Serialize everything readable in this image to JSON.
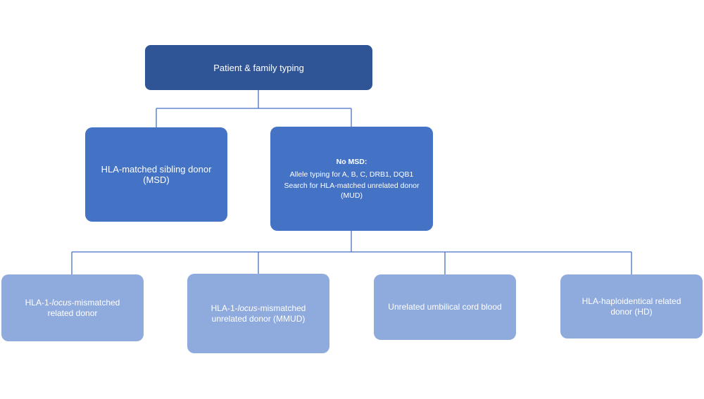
{
  "diagram": {
    "root": {
      "label": "Patient & family typing"
    },
    "msd": {
      "label": "HLA-matched sibling donor (MSD)"
    },
    "no_msd": {
      "heading": "No MSD:",
      "line1": "Allele typing for A, B, C, DRB1, DQB1",
      "line2": "Search for HLA-matched unrelated donor (MUD)"
    },
    "mismatched_related": {
      "prefix": "HLA-1-",
      "italic": "locus",
      "suffix": "-mismatched related donor"
    },
    "mismatched_unrelated": {
      "prefix": "HLA-1-",
      "italic": "locus",
      "suffix": "-mismatched unrelated donor (MMUD)"
    },
    "cord_blood": {
      "label": "Unrelated umbilical cord blood"
    },
    "haploidentical": {
      "label": "HLA-haploidentical related donor (HD)"
    }
  },
  "colors": {
    "root_fill": "#2f5597",
    "level2_fill": "#4472c4",
    "level3_fill": "#8faadc",
    "connector": "#4472c4",
    "text": "#ffffff"
  }
}
